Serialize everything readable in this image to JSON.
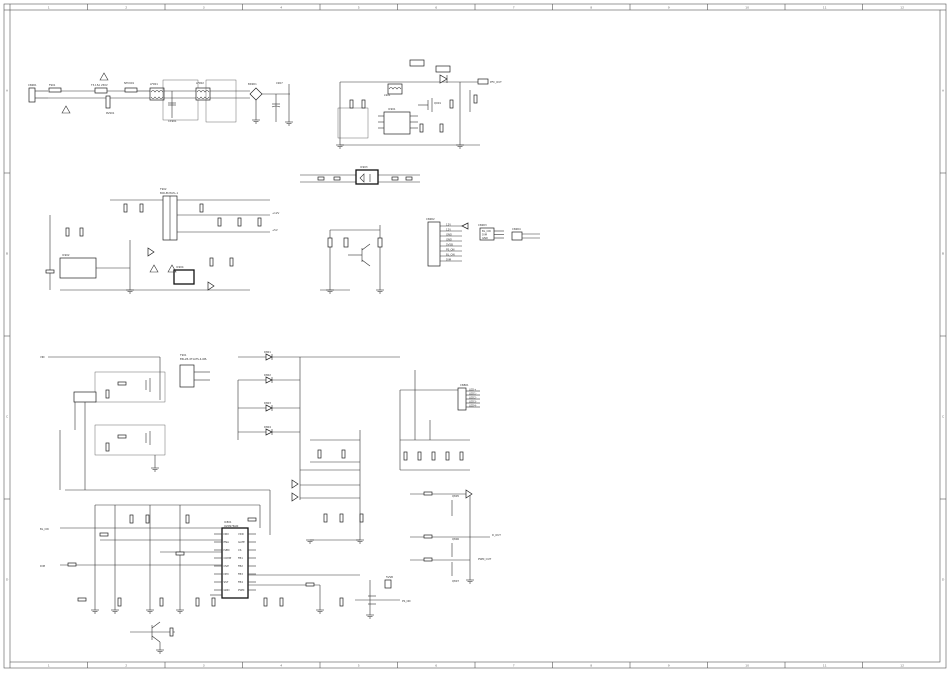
{
  "frame": {
    "top_zones": [
      "1",
      "2",
      "3",
      "4",
      "5",
      "6",
      "7",
      "8",
      "9",
      "10",
      "11",
      "12"
    ],
    "bottom_zones": [
      "1",
      "2",
      "3",
      "4",
      "5",
      "6",
      "7",
      "8",
      "9",
      "10",
      "11",
      "12"
    ],
    "side_zones": [
      "A",
      "B",
      "C",
      "D"
    ]
  },
  "power_input": {
    "connector_label": "CN901",
    "fuse_label": "F901",
    "fuse_value": "T3.15A 250V",
    "varistor_label": "RV901",
    "thermistor_label": "NTC901",
    "common_mode_choke": "LF901",
    "x_cap_label": "CX901",
    "second_choke": "LF902",
    "bridge_label": "BD901",
    "bulk_cap_label": "C907"
  },
  "pfc_section": {
    "controller_label": "IC901",
    "mosfet_label": "Q901",
    "inductor_label": "L901",
    "diode_label": "D903",
    "output_net": "PFC_OUT"
  },
  "opto": {
    "label": "IC903"
  },
  "flyback": {
    "transformer_label": "T902",
    "transformer_part": "BCK-EI28-PL-1",
    "controller_label": "IC902",
    "opto_label": "IC904",
    "net_12v": "+12V",
    "net_5v": "+5V"
  },
  "connector_right": {
    "label": "CN902",
    "pins": [
      "12V",
      "12V",
      "GND",
      "GND",
      "5VSB",
      "PS_ON",
      "BL_ON",
      "DIM"
    ]
  },
  "small_connector": {
    "label": "CN903",
    "pins": [
      "BL_ON",
      "DIM",
      "GND"
    ]
  },
  "tiny_connector": {
    "label": "CN904"
  },
  "led_driver": {
    "input_net": "VIN",
    "transformer_label": "T901",
    "transformer_part": "ERL28-4T1ATS-4-6PL",
    "ic_label": "IC801",
    "ic_part": "OZ9976GN",
    "left_nets": [
      "BL_ON",
      "DIM"
    ],
    "diodes": [
      "D801",
      "D802",
      "D803",
      "D804"
    ],
    "output_connector": "CN801",
    "output_pins": [
      "LED+",
      "LED1-",
      "LED2-",
      "LED3-",
      "LED4-"
    ],
    "ic_pins_left": [
      "DRV",
      "ENA",
      "ISEN",
      "COMP",
      "OVP",
      "DIM",
      "SST",
      "GND"
    ],
    "ic_pins_right": [
      "VDD",
      "GATE",
      "CS",
      "FB1",
      "FB2",
      "FB3",
      "FB4",
      "PWM"
    ],
    "control_nets": [
      "PS_ON",
      "5VSB"
    ],
    "transistors": [
      "Q805",
      "Q806",
      "Q807"
    ],
    "dim_outputs": [
      "D_OUT",
      "PWM_OUT"
    ]
  }
}
